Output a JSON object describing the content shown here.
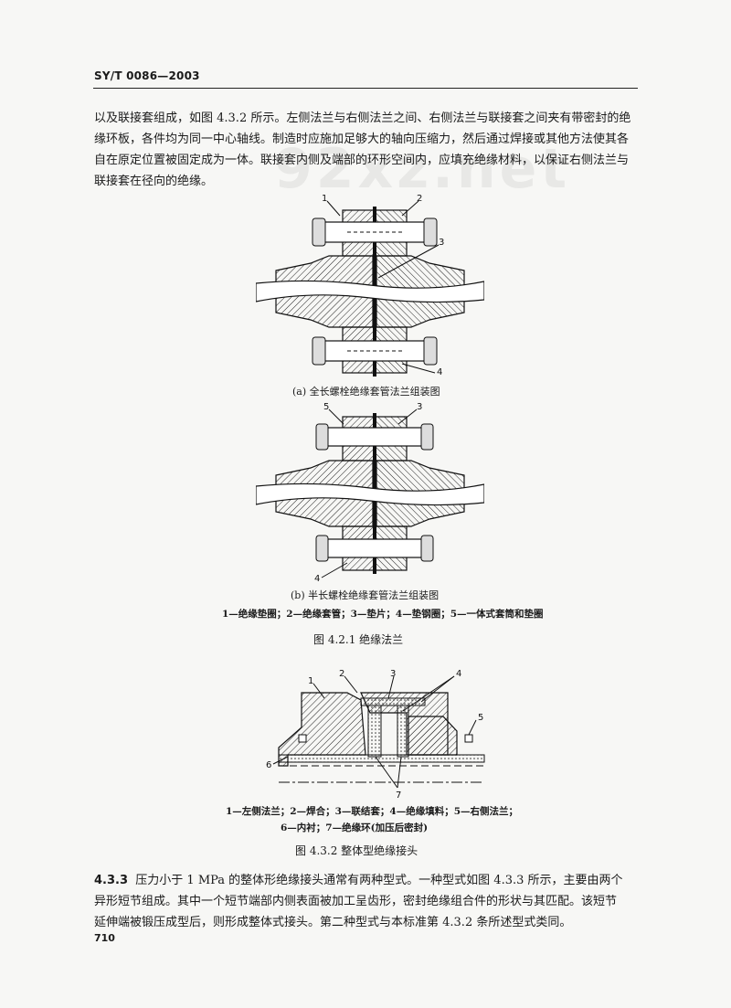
{
  "header": {
    "code": "SY/T 0086—2003"
  },
  "watermark": "92xz.net",
  "intro_paragraph": {
    "lines": [
      "以及联接套组成，如图 4.3.2 所示。左侧法兰与右侧法兰之间、右侧法兰与联接套之间夹有带密封的绝",
      "缘环板，各件均为同一中心轴线。制造时应施加足够大的轴向压缩力，然后通过焊接或其他方法使其各",
      "自在原定位置被固定成为一体。联接套内侧及端部的环形空间内，应填充绝缘材料，以保证右侧法兰与",
      "联接套在径向的绝缘。"
    ]
  },
  "figure_4_2_1": {
    "sub_a": {
      "caption": "(a) 全长螺栓绝缘套管法兰组装图",
      "labels": [
        "1",
        "2",
        "3",
        "4"
      ]
    },
    "sub_b": {
      "caption": "(b) 半长螺栓绝缘套管法兰组装图",
      "labels": [
        "5",
        "3",
        "4"
      ]
    },
    "legend": "1—绝缘垫圈；2—绝缘套管；3—垫片；4—垫钢圈；5—一体式套筒和垫圈",
    "title": "图 4.2.1   绝缘法兰"
  },
  "figure_4_3_2": {
    "labels": [
      "1",
      "2",
      "3",
      "4",
      "5",
      "6",
      "7"
    ],
    "legend_line1": "1—左侧法兰；2—焊合；3—联结套；4—绝缘填料；5—右侧法兰；",
    "legend_line2": "6—内衬；7—绝缘环(加压后密封)",
    "title": "图 4.3.2   整体型绝缘接头"
  },
  "section_4_3_3": {
    "number": "4.3.3",
    "lines": [
      "压力小于 1 MPa 的整体形绝缘接头通常有两种型式。一种型式如图 4.3.3 所示，主要由两个",
      "异形短节组成。其中一个短节端部内侧表面被加工呈齿形，密封绝缘组合件的形状与其匹配。该短节",
      "延伸端被锻压成型后，则形成整体式接头。第二种型式与本标准第 4.3.2 条所述型式类同。"
    ]
  },
  "page_number": "710"
}
